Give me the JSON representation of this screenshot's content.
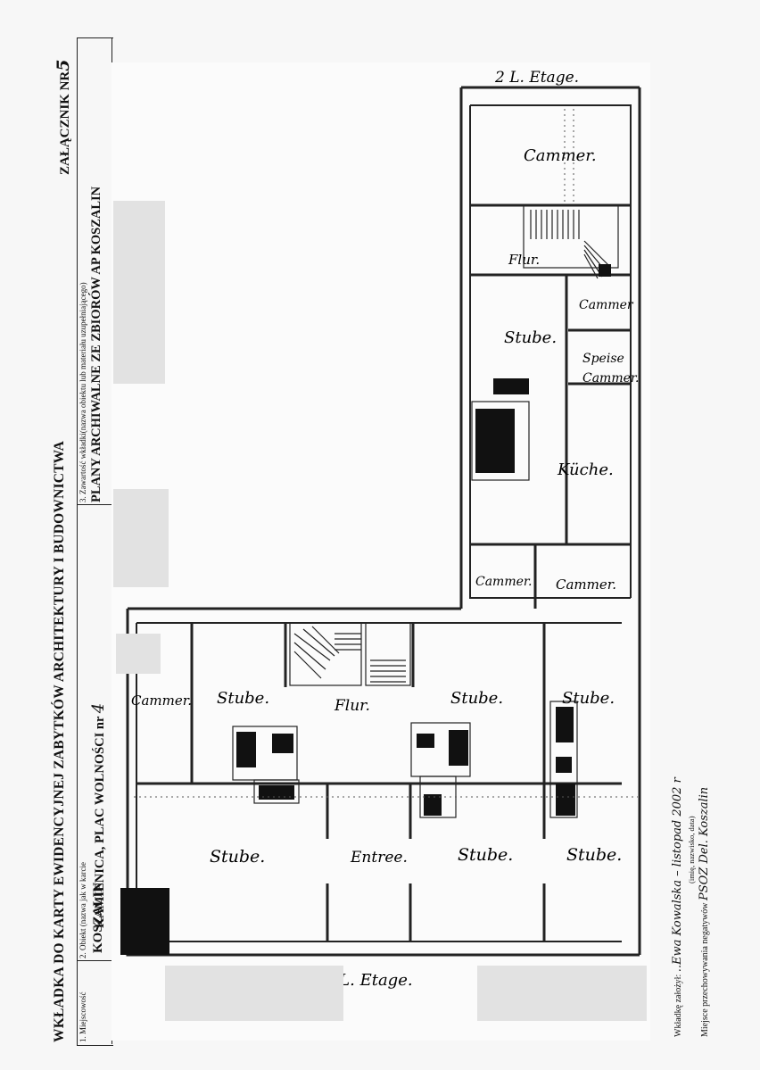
{
  "header": {
    "main_title": "WKŁADKA DO KARTY EWIDENCYJNEJ ZABYTKÓW ARCHITEKTURY I BUDOWNICTWA",
    "attachment": "ZAŁĄCZNIK NR",
    "attachment_number": "5",
    "field1_label": "1. Miejscowość",
    "field1_value": "KOSZALIN",
    "field2_label": "2. Obiekt (nazwa jak w karcie",
    "field2_value": "KAMIENICA, PLAC WOLNOŚCI nr",
    "field2_number": "4",
    "field3_label": "3. Zawartość wkładki(nazwa obiektu lub materiału uzupełniającego)",
    "field3_value": "PLANY ARCHIWALNE ZE ZBIORÓW AP KOSZALIN"
  },
  "footer": {
    "created_label": "Wkładkę założył:",
    "created_value": "..Ewa Kowalska – listopad 2002 r",
    "created_hint": "(imię, nazwisko, data)",
    "storage_label": "Miejsce przechowywania negatywów",
    "storage_value": "PSOZ Del. Koszalin"
  },
  "plan_labels": {
    "floor_top": "2 L. Etage.",
    "floor_bottom": "2 L. Etage.",
    "cammer_top": "Cammer.",
    "flur_upper": "Flur.",
    "cammer_small": "Cammer",
    "stube_upper": "Stube.",
    "speise_line1": "Speise",
    "speise_line2": "Cammer.",
    "kuche": "Küche.",
    "cammer_mid_left": "Cammer.",
    "cammer_mid_right": "Cammer.",
    "cammer_left": "Cammer.",
    "stube_r1_1": "Stube.",
    "flur_mid": "Flur.",
    "stube_r1_2": "Stube.",
    "stube_r1_3": "Stube.",
    "stube_r2_1": "Stube.",
    "entree": "Entree.",
    "stube_r2_2": "Stube.",
    "stube_r2_3": "Stube."
  }
}
